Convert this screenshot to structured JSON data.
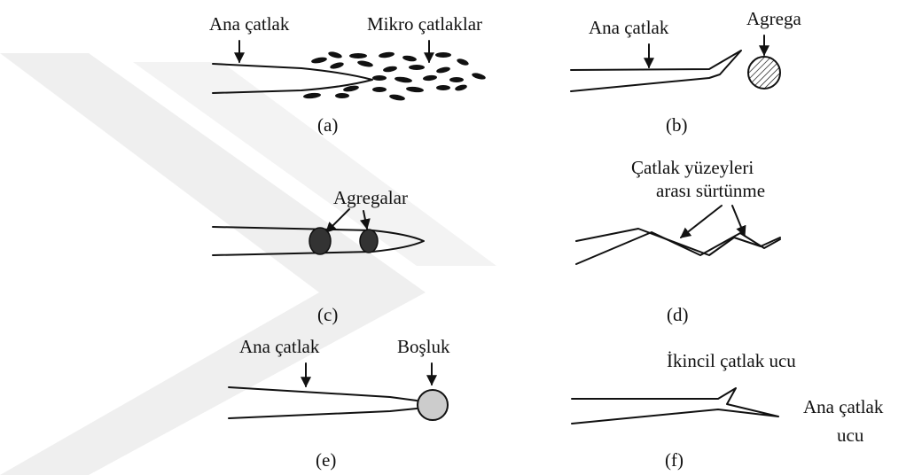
{
  "panels": {
    "a": {
      "caption": "(a)",
      "labels": [
        "Ana çatlak",
        "Mikro çatlaklar"
      ]
    },
    "b": {
      "caption": "(b)",
      "labels": [
        "Ana çatlak",
        "Agrega"
      ]
    },
    "c": {
      "caption": "(c)",
      "labels": [
        "Agregalar"
      ]
    },
    "d": {
      "caption": "(d)",
      "labels": [
        "Çatlak yüzeyleri",
        "arası sürtünme"
      ]
    },
    "e": {
      "caption": "(e)",
      "labels": [
        "Ana çatlak",
        "Boşluk"
      ]
    },
    "f": {
      "caption": "(f)",
      "labels": [
        "İkincil çatlak ucu",
        "Ana çatlak",
        "ucu"
      ]
    }
  },
  "colors": {
    "ink": "#111111",
    "watermark": "#eeeeee",
    "void_fill": "#cccccc"
  }
}
